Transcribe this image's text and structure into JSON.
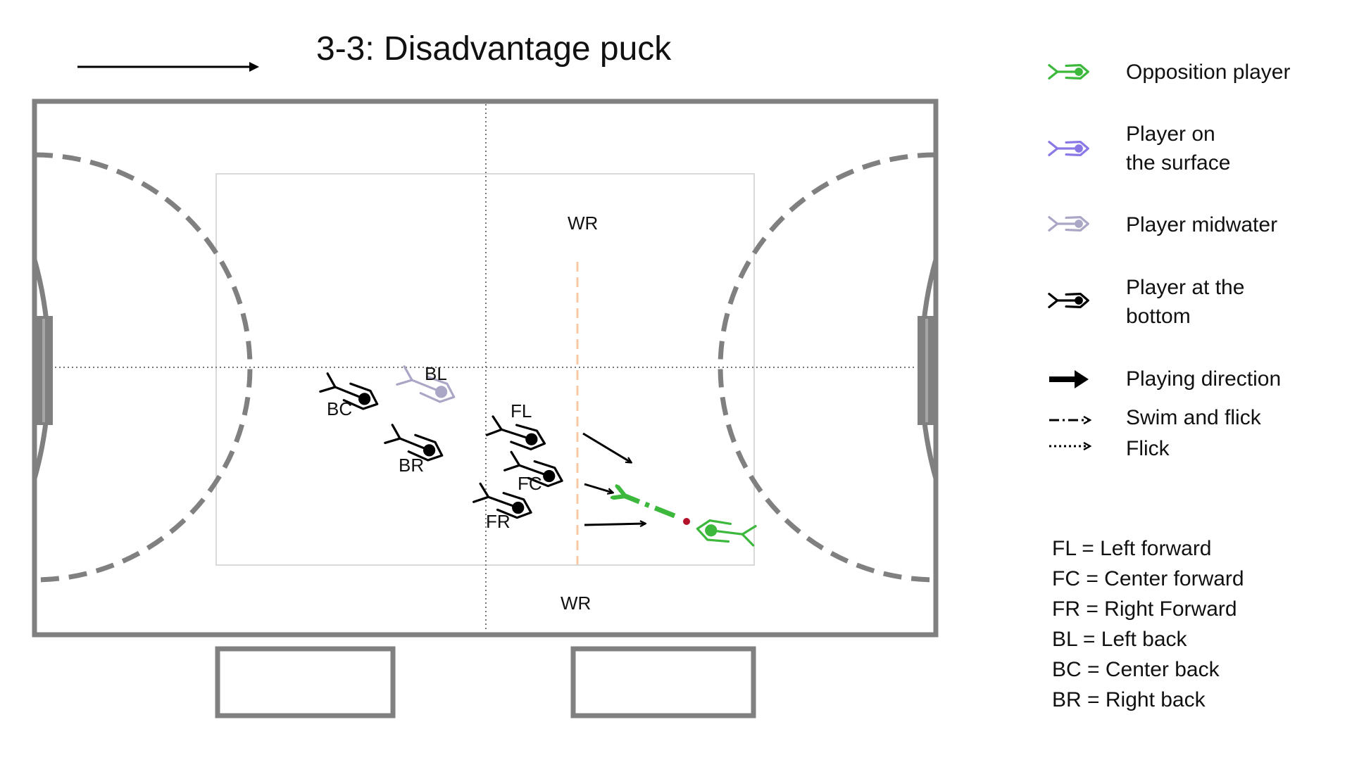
{
  "title": "3-3: Disadvantage puck",
  "colors": {
    "field": "#808080",
    "opposition": "#3cb83c",
    "surface": "#8a78e6",
    "midwater": "#aaa6c6",
    "bottom": "#000000",
    "puck": "#b3122a",
    "restart_line": "#f7c8a6"
  },
  "positions": {
    "wr_top": "WR",
    "wr_bottom": "WR",
    "bc": "BC",
    "bl": "BL",
    "br": "BR",
    "fl": "FL",
    "fc": "FC",
    "fr": "FR"
  },
  "legend": [
    {
      "label": "Opposition player",
      "icon": "player-icon",
      "color": "#3cb83c"
    },
    {
      "label": "Player on\nthe surface",
      "icon": "player-icon",
      "color": "#8a78e6"
    },
    {
      "label": "Player midwater",
      "icon": "player-icon",
      "color": "#aaa6c6"
    },
    {
      "label": "Player at the\nbottom",
      "icon": "player-icon",
      "color": "#000000"
    },
    {
      "label": "Playing direction",
      "icon": "thick-arrow-icon",
      "color": "#000000"
    },
    {
      "label": "Swim and flick",
      "icon": "dash-dot-arrow-icon",
      "color": "#000000"
    },
    {
      "label": "Flick",
      "icon": "dotted-arrow-icon",
      "color": "#000000"
    }
  ],
  "abbreviations": [
    "FL = Left forward",
    "FC = Center forward",
    "FR = Right Forward",
    "BL = Left back",
    "BC = Center back",
    "BR = Right back"
  ]
}
